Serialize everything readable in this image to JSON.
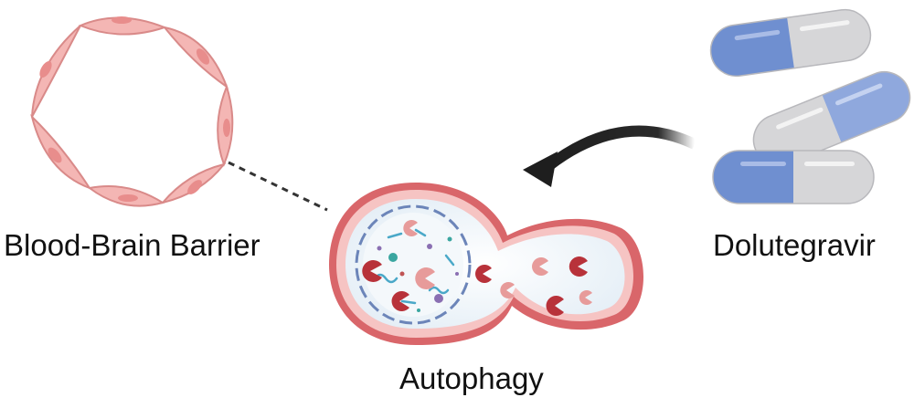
{
  "labels": {
    "blood_brain_barrier": "Blood-Brain Barrier",
    "dolutegravir": "Dolutegravir",
    "autophagy": "Autophagy"
  },
  "icons": {
    "barrier": "endothelial-cell-ring-icon",
    "drug": "capsule-pills-icon",
    "process": "autophagosome-lysosome-fusion-icon",
    "arrow": "curved-arrow-icon"
  },
  "colors": {
    "cell_fill": "#f4b6b4",
    "cell_stroke": "#d98a89",
    "nucleus": "#e88d8c",
    "vesicle_outer": "#d9666a",
    "vesicle_inner": "#fbe3e2",
    "vesicle_lumen": "#f3f7fb",
    "capsule_blue": "#6f8fd0",
    "capsule_grey": "#d6d6d8",
    "arrow": "#1e1e1e",
    "dashed_line": "#333333"
  }
}
